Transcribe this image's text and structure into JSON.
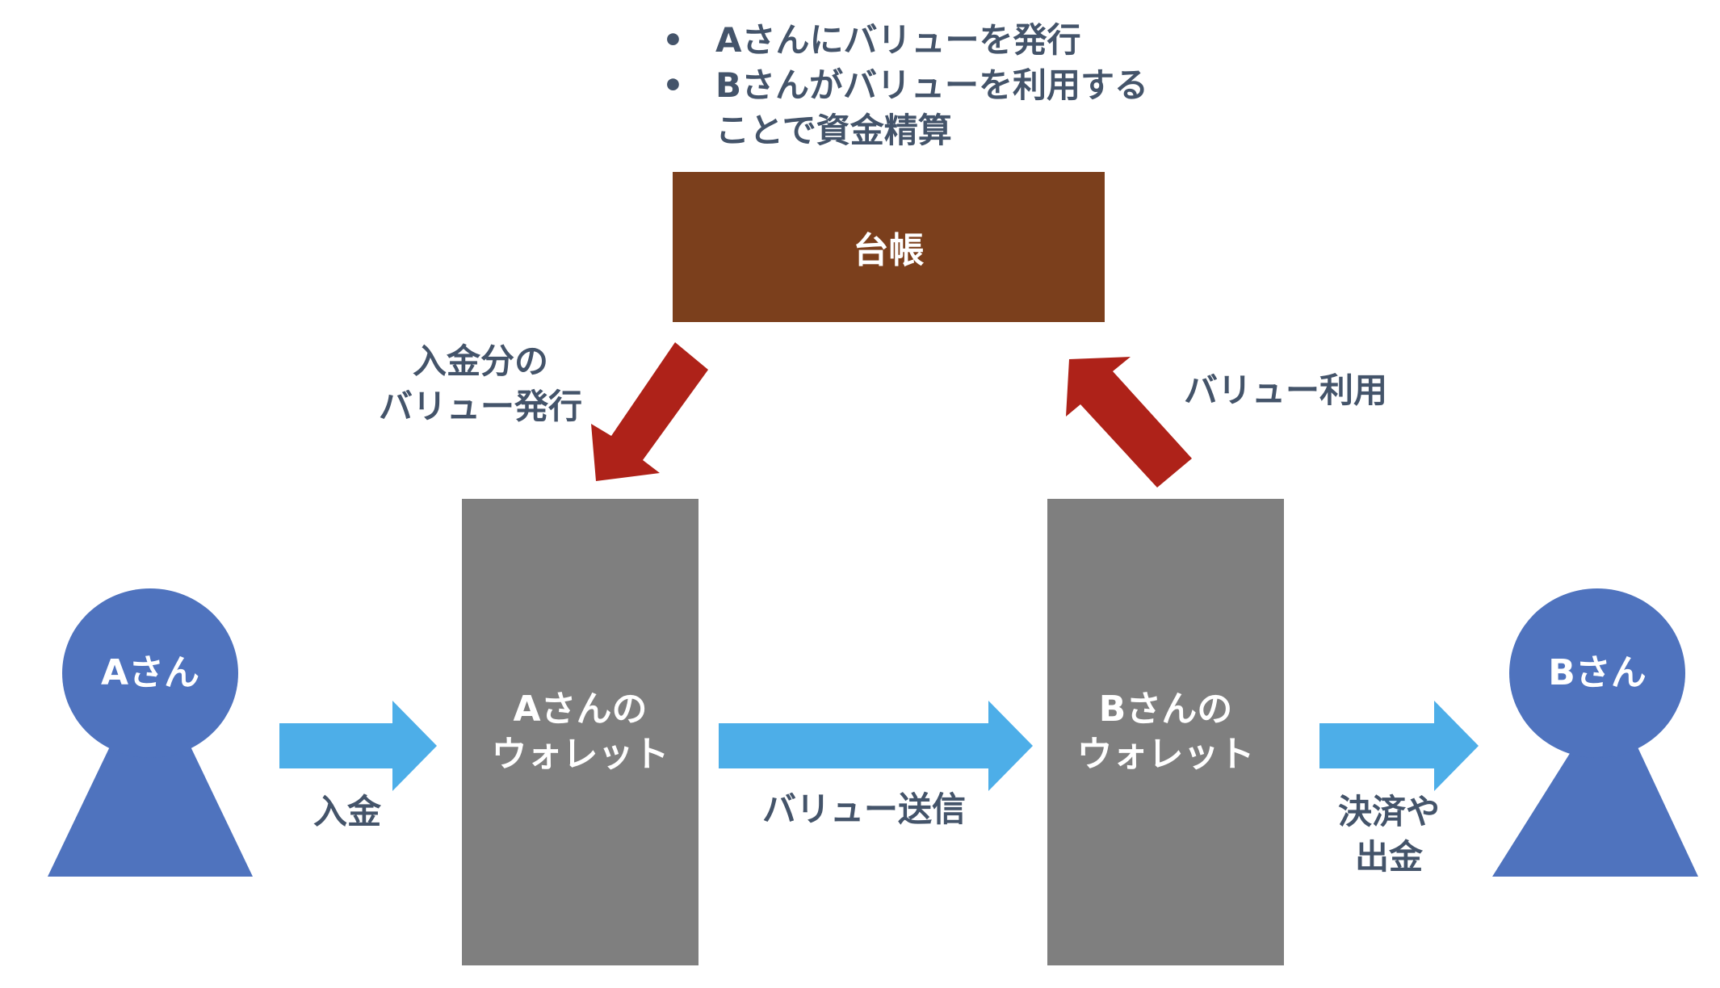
{
  "notes": [
    "Aさんにバリューを発行",
    "Bさんがバリューを利用することで資金精算"
  ],
  "ledger": {
    "label": "台帳"
  },
  "wallet_a": {
    "line1": "Aさんの",
    "line2": "ウォレット"
  },
  "wallet_b": {
    "line1": "Bさんの",
    "line2": "ウォレット"
  },
  "person_a": {
    "label": "Aさん"
  },
  "person_b": {
    "label": "Bさん"
  },
  "edges": {
    "deposit": "入金",
    "issue_line1": "入金分の",
    "issue_line2": "バリュー発行",
    "send": "バリュー送信",
    "use": "バリュー利用",
    "settle_line1": "決済や",
    "settle_line2": "出金"
  },
  "colors": {
    "ledger": "#7b3f1c",
    "wallet": "#7f7f7f",
    "person": "#4f73be",
    "flow_arrow": "#4daee8",
    "ledger_arrow": "#ae2219",
    "text": "#44546a"
  }
}
